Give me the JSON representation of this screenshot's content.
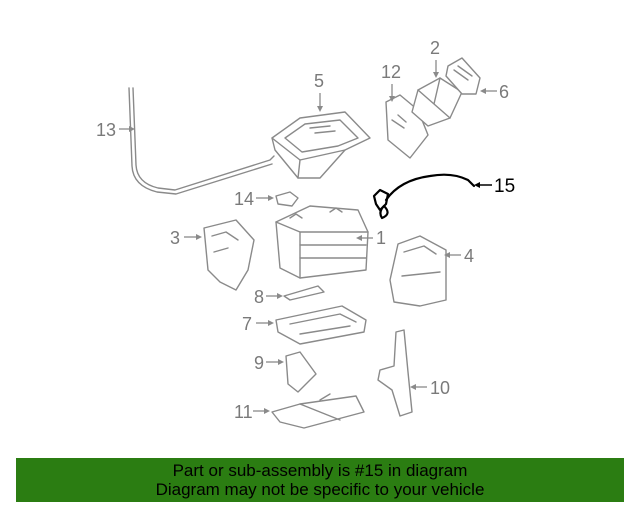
{
  "diagram": {
    "callouts": [
      {
        "id": "1",
        "label": "1"
      },
      {
        "id": "2",
        "label": "2"
      },
      {
        "id": "3",
        "label": "3"
      },
      {
        "id": "4",
        "label": "4"
      },
      {
        "id": "5",
        "label": "5"
      },
      {
        "id": "6",
        "label": "6"
      },
      {
        "id": "7",
        "label": "7"
      },
      {
        "id": "8",
        "label": "8"
      },
      {
        "id": "9",
        "label": "9"
      },
      {
        "id": "10",
        "label": "10"
      },
      {
        "id": "11",
        "label": "11"
      },
      {
        "id": "12",
        "label": "12"
      },
      {
        "id": "13",
        "label": "13"
      },
      {
        "id": "14",
        "label": "14"
      },
      {
        "id": "15",
        "label": "15"
      }
    ],
    "highlighted_part": "15",
    "colors": {
      "line": "#8a8a8a",
      "highlight": "#000000",
      "banner": "#2b7d12"
    }
  },
  "banner": {
    "line1": "Part or sub-assembly is #15 in diagram",
    "line2": "Diagram may not be specific to your vehicle"
  }
}
